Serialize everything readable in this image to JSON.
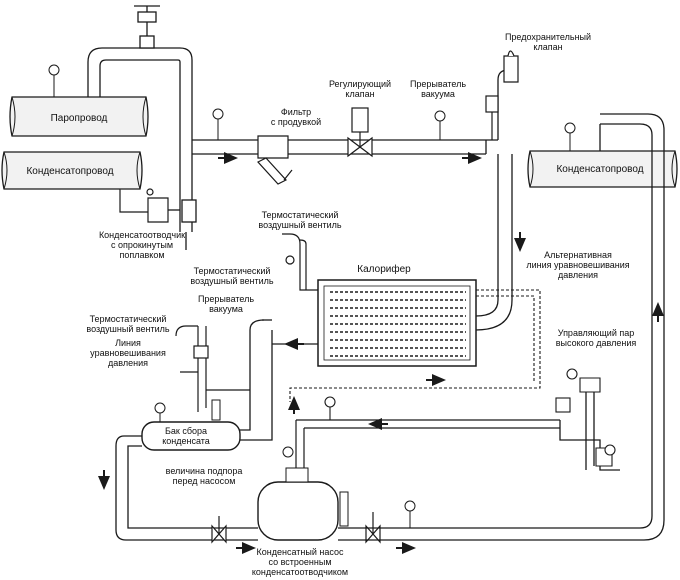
{
  "colors": {
    "line": "#1a1a1a",
    "pipe_fill": "#ffffff",
    "header_fill": "#f2f2f2",
    "stripe": "#555555"
  },
  "labels": {
    "steam_header": "Паропровод",
    "condensate_header_left": "Конденсатопровод",
    "condensate_header_right": "Конденсатопровод",
    "safety_valve": [
      "Предохранительный",
      "клапан"
    ],
    "control_valve": [
      "Регулирующий",
      "клапан"
    ],
    "vacuum_breaker_top": [
      "Прерыватель",
      "вакуума"
    ],
    "strainer": [
      "Фильтр",
      "с продувкой"
    ],
    "float_trap": [
      "Конденсатоотводчик",
      "с опрокинутым",
      "поплавком"
    ],
    "thermo_vent_upper": [
      "Термостатический",
      "воздушный вентиль"
    ],
    "thermo_vent_mid": [
      "Термостатический",
      "воздушный вентиль"
    ],
    "heater": "Калорифер",
    "alt_balance_line": [
      "Альтернативная",
      "линия уравновешивания",
      "давления"
    ],
    "vacuum_breaker_mid": [
      "Прерыватель",
      "вакуума"
    ],
    "thermo_vent_left": [
      "Термостатический",
      "воздушный вентиль"
    ],
    "balance_line": [
      "Линия",
      "уравновешивания",
      "давления"
    ],
    "hp_motive_steam": [
      "Управляющий пар",
      "высокого давления"
    ],
    "receiver": [
      "Бак сбора",
      "конденсата"
    ],
    "pump_head": [
      "величина подпора",
      "перед насосом"
    ],
    "pump": [
      "Конденсатный насос",
      "со встроенным",
      "конденсатоотводчиком"
    ]
  }
}
